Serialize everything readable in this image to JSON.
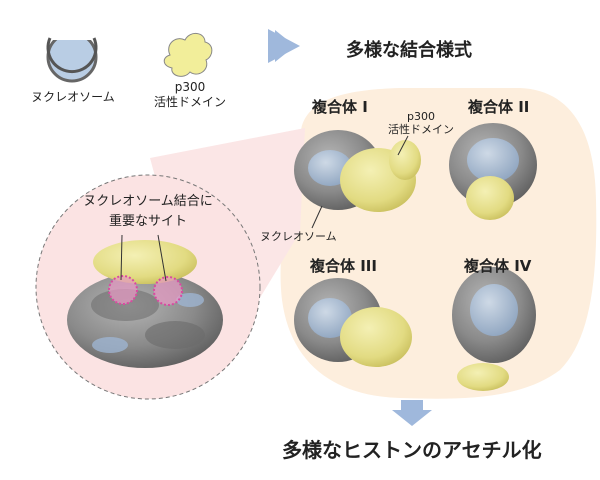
{
  "legend": {
    "nucleosome_label": "ヌクレオソーム",
    "p300_label_line1": "p300",
    "p300_label_line2": "活性ドメイン"
  },
  "top_heading": "多様な結合様式",
  "complexes": [
    {
      "title": "複合体 I"
    },
    {
      "title": "複合体 II"
    },
    {
      "title": "複合体 III"
    },
    {
      "title": "複合体 IV"
    }
  ],
  "callouts": {
    "p300_line1": "p300",
    "p300_line2": "活性ドメイン",
    "nucleosome": "ヌクレオソーム"
  },
  "zoom_panel": {
    "label_line1": "ヌクレオソーム結合に",
    "label_line2": "重要なサイト"
  },
  "bottom_heading": "多様なヒストンのアセチル化",
  "colors": {
    "nucleosome_blue": "#b9cde4",
    "p300_yellow": "#ece89c",
    "arrow_blue": "#9fb8dc",
    "peach_bg": "#fdeedd",
    "pink_bg": "#fbe6e6",
    "magenta_site": "#d94aa0",
    "gray_density": "#8c8c8c"
  }
}
